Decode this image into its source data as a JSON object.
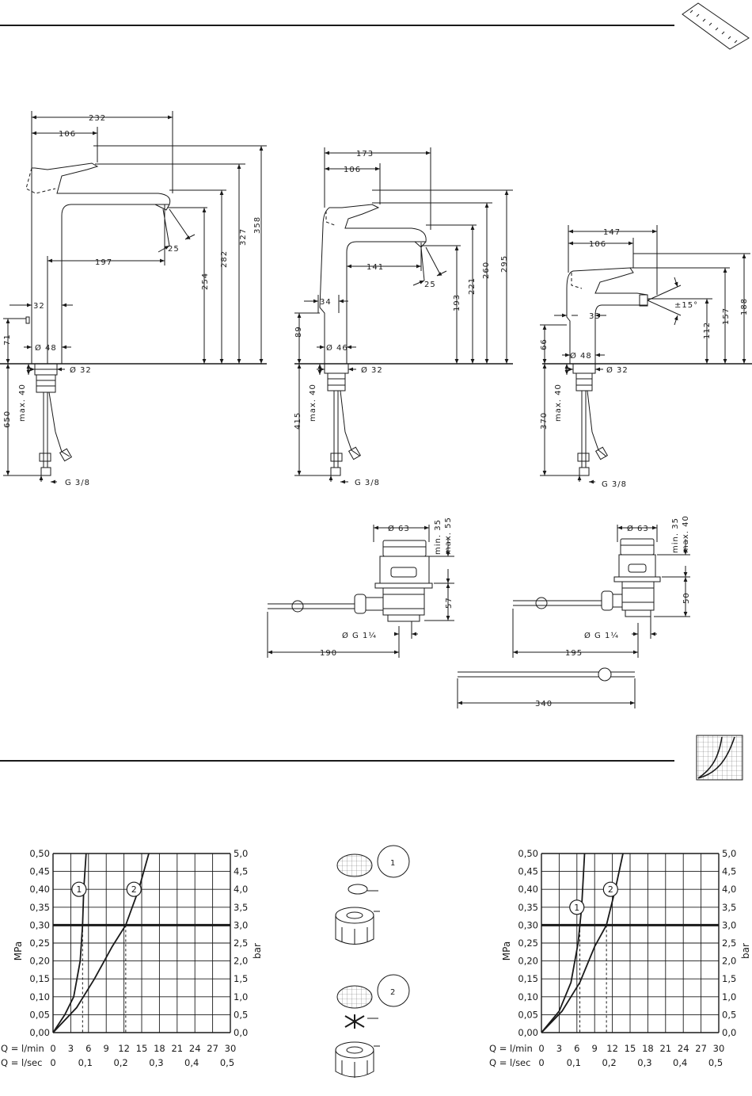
{
  "faucet1": {
    "dims": {
      "w232": "232",
      "w106": "106",
      "h358": "358",
      "h327": "327",
      "h282": "282",
      "h254": "254",
      "a25": "25",
      "w197": "197",
      "w32": "32",
      "h71": "71",
      "d48": "Ø 48",
      "d32": "Ø 32",
      "h650": "650",
      "max40": "max. 40",
      "g38": "G 3/8"
    }
  },
  "faucet2": {
    "dims": {
      "w173": "173",
      "w106": "106",
      "h295": "295",
      "h260": "260",
      "h221": "221",
      "h193": "193",
      "a25": "25",
      "w141": "141",
      "w34": "34",
      "h89": "89",
      "d46": "Ø 46",
      "d32": "Ø 32",
      "h415": "415",
      "max40": "max. 40",
      "g38": "G 3/8"
    }
  },
  "faucet3": {
    "dims": {
      "w147": "147",
      "w106": "106",
      "h188": "188",
      "h157": "157",
      "h112": "112",
      "ang": "±15°",
      "w33": "33",
      "h66": "66",
      "d48": "Ø 48",
      "d32": "Ø 32",
      "h370": "370",
      "max40": "max. 40",
      "g38": "G 3/8"
    }
  },
  "waste1": {
    "d63": "Ø 63",
    "min": "min. 35",
    "max": "max. 55",
    "h57": "57",
    "g": "Ø G 1¼",
    "w190": "190"
  },
  "waste2": {
    "d63": "Ø 63",
    "min": "min. 35",
    "max": "max. 40",
    "h50": "50",
    "g": "Ø G 1¼",
    "w195": "195"
  },
  "rod": {
    "w340": "340"
  },
  "chart_data": [
    {
      "type": "line",
      "ylabel": "MPa",
      "y2label": "bar",
      "yticks": [
        "0,00",
        "0,05",
        "0,10",
        "0,15",
        "0,20",
        "0,25",
        "0,30",
        "0,35",
        "0,40",
        "0,45",
        "0,50"
      ],
      "y2ticks": [
        "0,0",
        "0,5",
        "1,0",
        "1,5",
        "2,0",
        "2,5",
        "3,0",
        "3,5",
        "4,0",
        "4,5",
        "5,0"
      ],
      "xrow1_label": "Q = l/min",
      "xticks1": [
        "0",
        "3",
        "6",
        "9",
        "12",
        "15",
        "18",
        "21",
        "24",
        "27",
        "30"
      ],
      "xrow2_label": "Q = l/sec",
      "xticks2": [
        "0",
        "0,1",
        "0,2",
        "0,3",
        "0,4",
        "0,5"
      ],
      "xlim": [
        0,
        30
      ],
      "ylim": [
        0,
        0.5
      ],
      "reference_line": 0.3,
      "series": [
        {
          "name": "1",
          "x": [
            0,
            2,
            3.5,
            4.6,
            5,
            5.2,
            5.6
          ],
          "y": [
            0,
            0.05,
            0.1,
            0.2,
            0.3,
            0.4,
            0.5
          ]
        },
        {
          "name": "2",
          "x": [
            0,
            4,
            7,
            10,
            12.3,
            14.5,
            16.2
          ],
          "y": [
            0,
            0.07,
            0.15,
            0.24,
            0.3,
            0.4,
            0.5
          ]
        }
      ]
    },
    {
      "type": "line",
      "ylabel": "MPa",
      "y2label": "bar",
      "yticks": [
        "0,00",
        "0,05",
        "0,10",
        "0,15",
        "0,20",
        "0,25",
        "0,30",
        "0,35",
        "0,40",
        "0,45",
        "0,50"
      ],
      "y2ticks": [
        "0,0",
        "0,5",
        "1,0",
        "1,5",
        "2,0",
        "2,5",
        "3,0",
        "3,5",
        "4,0",
        "4,5",
        "5,0"
      ],
      "xrow1_label": "Q = l/min",
      "xticks1": [
        "0",
        "3",
        "6",
        "9",
        "12",
        "15",
        "18",
        "21",
        "24",
        "27",
        "30"
      ],
      "xrow2_label": "Q = l/sec",
      "xticks2": [
        "0",
        "0,1",
        "0,2",
        "0,3",
        "0,4",
        "0,5"
      ],
      "xlim": [
        0,
        30
      ],
      "ylim": [
        0,
        0.5
      ],
      "reference_line": 0.3,
      "series": [
        {
          "name": "1",
          "x": [
            0,
            3,
            5,
            6.2,
            6.8,
            7.3
          ],
          "y": [
            0,
            0.06,
            0.14,
            0.25,
            0.35,
            0.5
          ]
        },
        {
          "name": "2",
          "x": [
            0,
            3.5,
            6.5,
            9,
            11,
            12.5,
            13.8
          ],
          "y": [
            0,
            0.06,
            0.14,
            0.24,
            0.3,
            0.4,
            0.5
          ]
        }
      ]
    }
  ],
  "aerators": {
    "a": "1",
    "b": "2"
  }
}
